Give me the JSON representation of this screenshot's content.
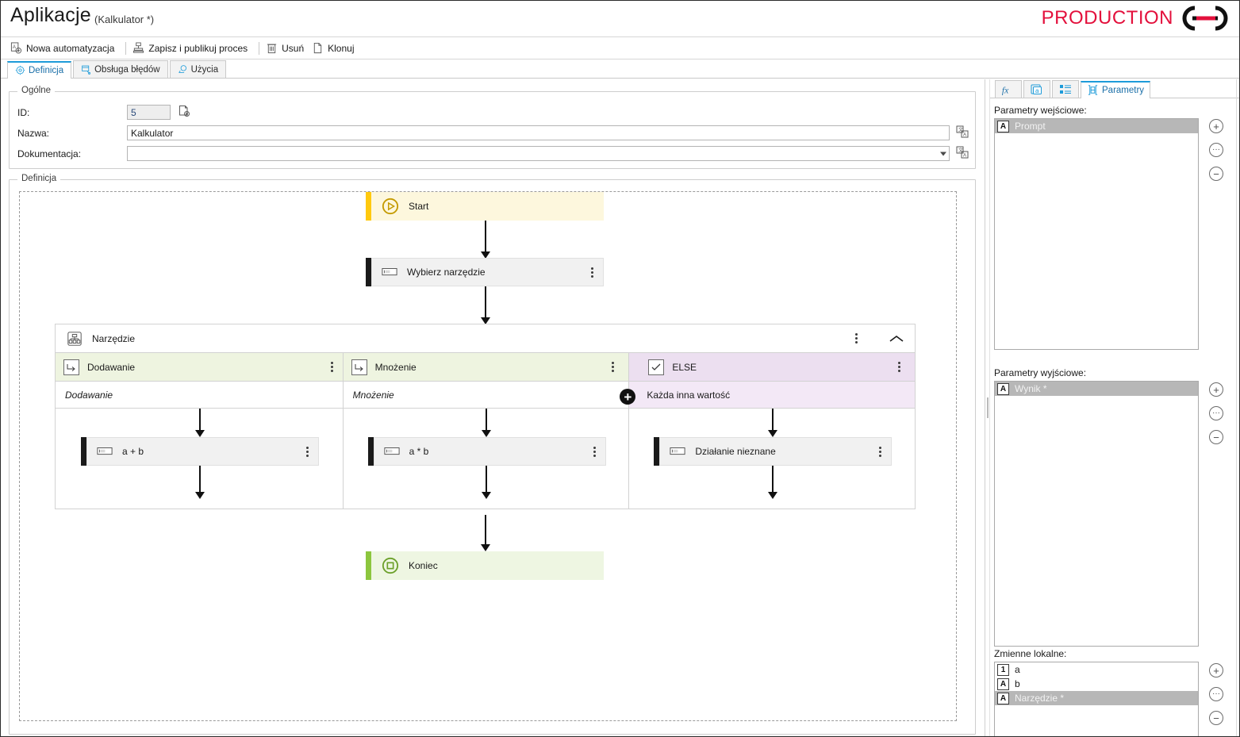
{
  "header": {
    "title": "Aplikacje",
    "subtitle": "(Kalkulator *)",
    "brand_text": "PRODUCTION",
    "brand_color": "#e3103c"
  },
  "toolbar": {
    "items": [
      {
        "label": "Nowa automatyzacja",
        "icon": "new-automation-icon"
      },
      {
        "label": "Zapisz i publikuj proces",
        "icon": "save-publish-icon"
      },
      {
        "label": "Usuń",
        "icon": "trash-icon"
      },
      {
        "label": "Klonuj",
        "icon": "clone-icon"
      }
    ]
  },
  "tabs": [
    {
      "label": "Definicja",
      "icon": "gear-icon",
      "active": true
    },
    {
      "label": "Obsługa błędów",
      "icon": "error-handling-icon",
      "active": false
    },
    {
      "label": "Użycia",
      "icon": "usages-icon",
      "active": false
    }
  ],
  "general": {
    "group_label": "Ogólne",
    "id_label": "ID:",
    "id_value": "5",
    "id_icon": "document-settings-icon",
    "name_label": "Nazwa:",
    "name_value": "Kalkulator",
    "name_translate_icon": "translate-icon",
    "doc_label": "Dokumentacja:",
    "doc_value": "",
    "doc_translate_icon": "translate-icon"
  },
  "definition": {
    "group_label": "Definicja",
    "canvas_menu_icon": "canvas-options-icon",
    "start": {
      "label": "Start",
      "icon": "start-icon"
    },
    "select_tool": {
      "label": "Wybierz narzędzie",
      "icon": "assign-icon"
    },
    "switch": {
      "label": "Narzędzie",
      "icon": "switch-icon",
      "collapse_icon": "chevron-up-icon",
      "menu_icon": "kebab-menu-icon",
      "add_branch_icon": "add-branch-icon",
      "branches": [
        {
          "label": "Dodawanie",
          "icon": "branch-arrow-icon",
          "condition": "Dodawanie",
          "type": "case",
          "action": {
            "label": "a + b",
            "icon": "assign-icon"
          }
        },
        {
          "label": "Mnożenie",
          "icon": "branch-arrow-icon",
          "condition": "Mnożenie",
          "type": "case",
          "action": {
            "label": "a * b",
            "icon": "assign-icon"
          }
        },
        {
          "label": "ELSE",
          "icon": "checkbox-checked-icon",
          "condition": "Każda inna wartość",
          "type": "else",
          "action": {
            "label": "Działanie nieznane",
            "icon": "assign-icon"
          }
        }
      ]
    },
    "end": {
      "label": "Koniec",
      "icon": "end-icon"
    }
  },
  "right_panel": {
    "tabs": [
      {
        "label": "",
        "icon": "fx-icon",
        "active": false
      },
      {
        "label": "",
        "icon": "text-a-icon",
        "active": false
      },
      {
        "label": "",
        "icon": "list-icon",
        "active": false
      },
      {
        "label": "Parametry",
        "icon": "parameters-icon",
        "active": true
      }
    ],
    "input_params": {
      "label": "Parametry wejściowe:",
      "items": [
        {
          "type": "A",
          "name": "Prompt",
          "selected": true
        }
      ],
      "buttons": [
        {
          "icon": "plus-icon",
          "glyph": "+"
        },
        {
          "icon": "ellipsis-icon",
          "glyph": "···"
        },
        {
          "icon": "minus-icon",
          "glyph": "−"
        }
      ]
    },
    "output_params": {
      "label": "Parametry wyjściowe:",
      "items": [
        {
          "type": "A",
          "name": "Wynik *",
          "selected": true
        }
      ],
      "buttons": [
        {
          "icon": "plus-icon",
          "glyph": "+"
        },
        {
          "icon": "ellipsis-icon",
          "glyph": "···"
        },
        {
          "icon": "minus-icon",
          "glyph": "−"
        }
      ]
    },
    "local_vars": {
      "label": "Zmienne  lokalne:",
      "items": [
        {
          "type": "1",
          "name": "a",
          "selected": false
        },
        {
          "type": "A",
          "name": "b",
          "selected": false
        },
        {
          "type": "A",
          "name": "Narzędzie *",
          "selected": true
        }
      ],
      "buttons": [
        {
          "icon": "plus-icon",
          "glyph": "+"
        },
        {
          "icon": "ellipsis-icon",
          "glyph": "···"
        },
        {
          "icon": "minus-icon",
          "glyph": "−"
        }
      ]
    }
  }
}
